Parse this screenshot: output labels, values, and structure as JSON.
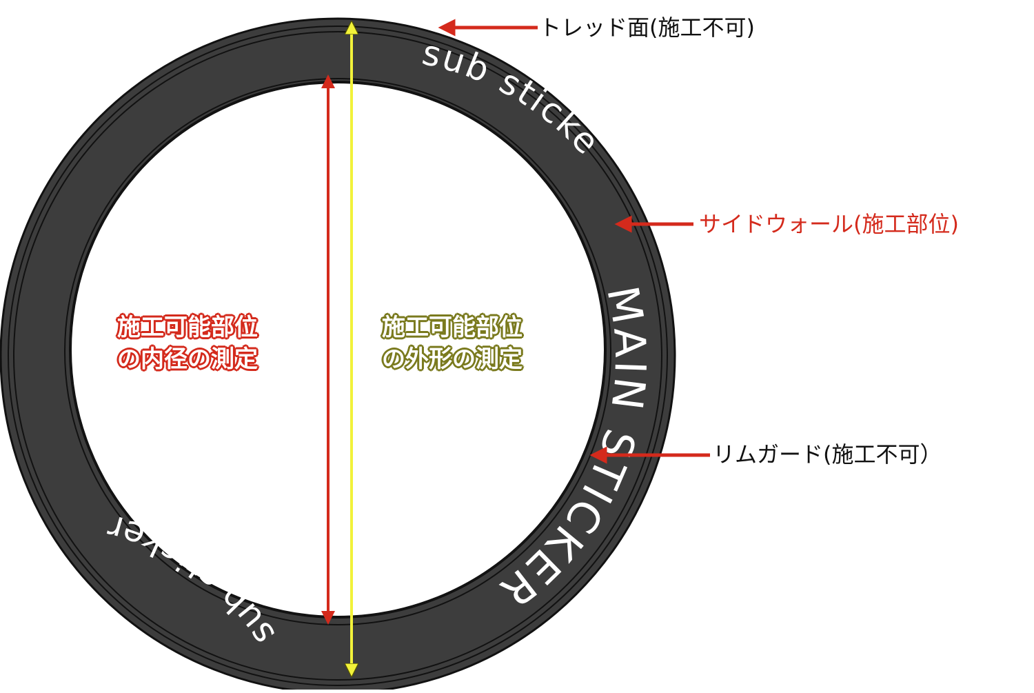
{
  "ring": {
    "main_sticker_text": "MAIN STICKER",
    "sub_sticker_text": "sub sticker"
  },
  "labels": {
    "tread": "トレッド面(施工不可)",
    "sidewall": "サイドウォール(施工部位)",
    "rim_guard": "リムガード(施工不可）"
  },
  "measurements": {
    "inner_line1": "施工可能部位",
    "inner_line2": "の内径の測定",
    "outer_line1": "施工可能部位",
    "outer_line2": "の外形の測定"
  },
  "colors": {
    "tire": "#3d3d3d",
    "tire_outline": "#111111",
    "sidewall_label": "#d42a1c",
    "callout_arrow": "#d42a1c",
    "inner_measure": "#d42a1c",
    "outer_measure": "#7a7a1e",
    "outer_diameter_line": "#f2f23a"
  }
}
